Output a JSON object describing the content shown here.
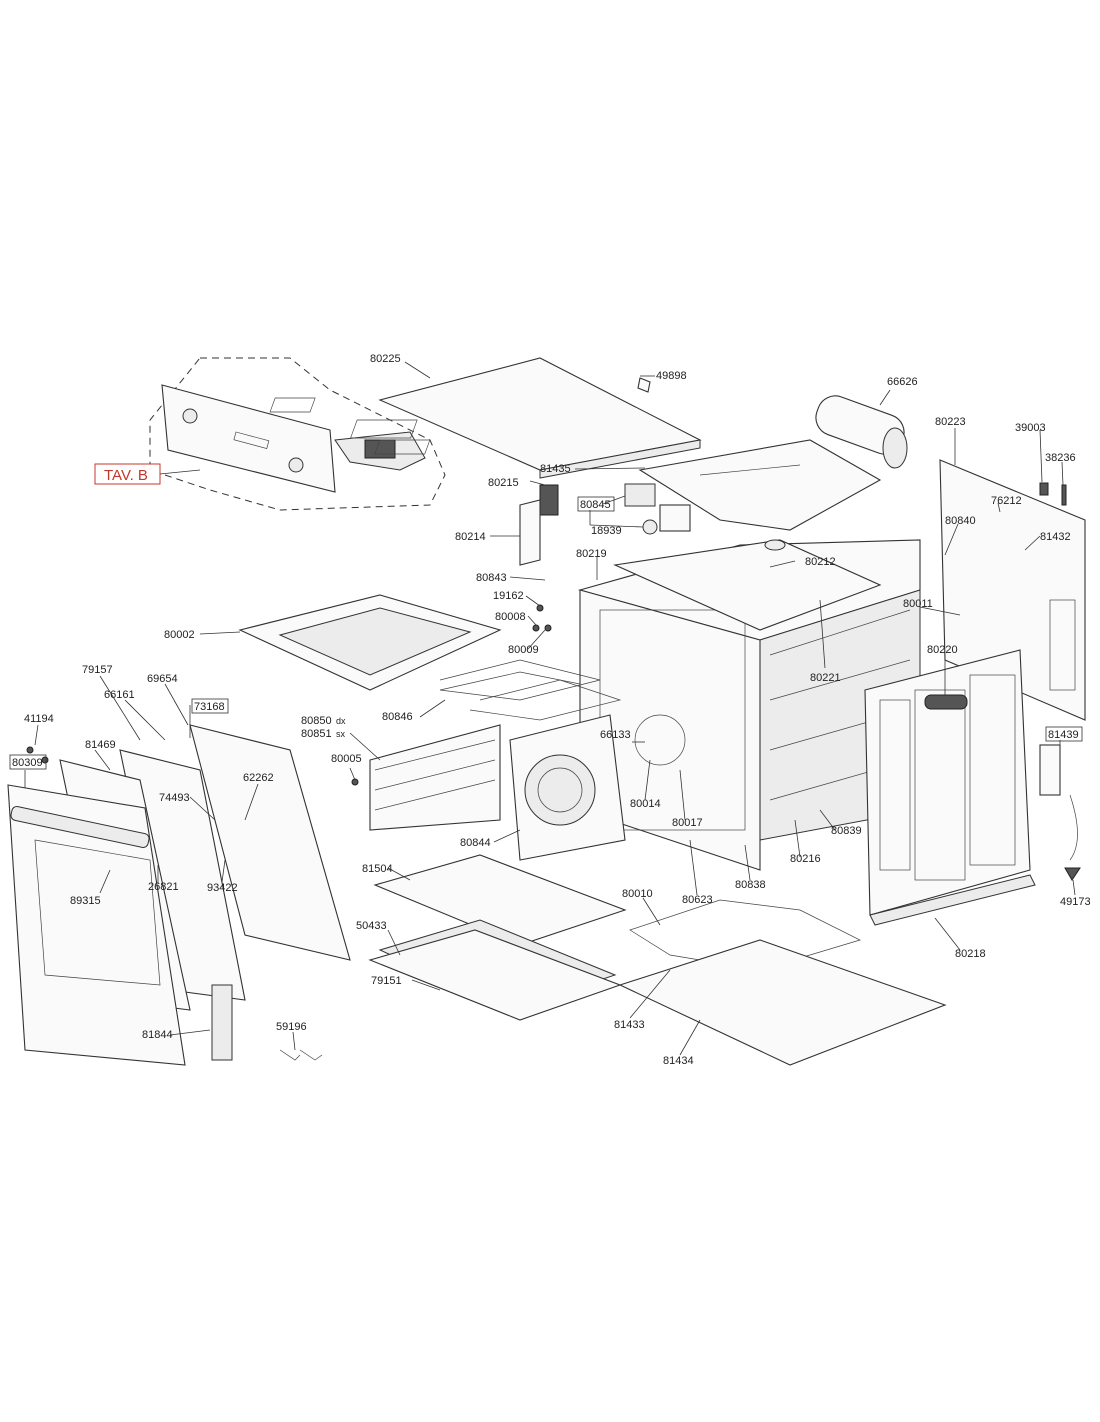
{
  "tav_label": "TAV. B",
  "parts": {
    "p80225": "80225",
    "p49898": "49898",
    "p66626": "66626",
    "p80223": "80223",
    "p39003": "39003",
    "p38236": "38236",
    "p81435": "81435",
    "p80215": "80215",
    "p80845": "80845",
    "p76212": "76212",
    "p80840": "80840",
    "p81432": "81432",
    "p18939": "18939",
    "p80214": "80214",
    "p80219": "80219",
    "p80212": "80212",
    "p80843": "80843",
    "p19162": "19162",
    "p80011": "80011",
    "p80008": "80008",
    "p80009": "80009",
    "p80002": "80002",
    "p80220": "80220",
    "p80221": "80221",
    "p79157": "79157",
    "p69654": "69654",
    "p66161": "66161",
    "p73168": "73168",
    "p80846": "80846",
    "p80850": "80850",
    "p80851": "80851",
    "p41194": "41194",
    "p81469": "81469",
    "p80005": "80005",
    "p66133": "66133",
    "p81439": "81439",
    "p80309": "80309",
    "p62262": "62262",
    "p74493": "74493",
    "p80014": "80014",
    "p80017": "80017",
    "p80839": "80839",
    "p80844": "80844",
    "p80216": "80216",
    "p89315": "89315",
    "p26821": "26821",
    "p93422": "93422",
    "p81504": "81504",
    "p80838": "80838",
    "p80623": "80623",
    "p80010": "80010",
    "p49173": "49173",
    "p80218": "80218",
    "p50433": "50433",
    "p79151": "79151",
    "p81433": "81433",
    "p81844": "81844",
    "p59196": "59196",
    "p81434": "81434"
  },
  "suffix_dx": "dx",
  "suffix_sx": "sx"
}
